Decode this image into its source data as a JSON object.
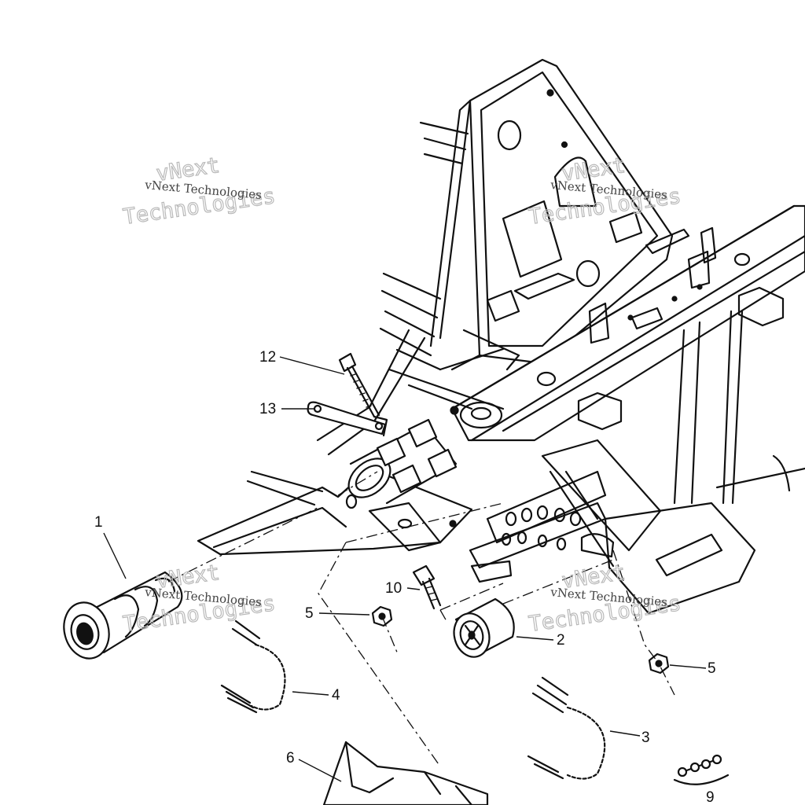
{
  "callouts": {
    "c1": "1",
    "c2": "2",
    "c3": "3",
    "c4": "4",
    "c5a": "5",
    "c5b": "5",
    "c6": "6",
    "c9": "9",
    "c10": "10",
    "c12": "12",
    "c13": "13"
  },
  "watermark": {
    "line_small": "vNext Technologies",
    "word_vnext": "vNext",
    "word_tech": "Technologies"
  },
  "colors": {
    "ink": "#111111",
    "paper": "#ffffff",
    "watermark": "#b9b9b9"
  }
}
